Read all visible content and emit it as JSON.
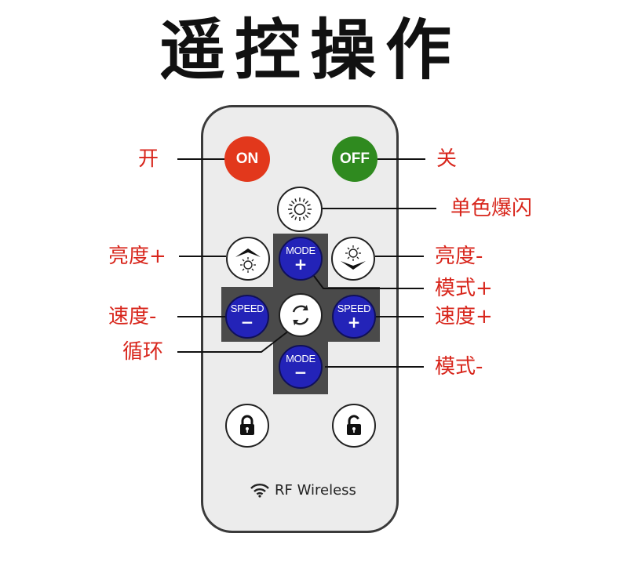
{
  "title": "遥控操作",
  "buttons": {
    "on": "ON",
    "off": "OFF",
    "mode_up": {
      "text": "MODE",
      "sign": "+"
    },
    "mode_down": {
      "text": "MODE",
      "sign": "−"
    },
    "speed_down": {
      "text": "SPEED",
      "sign": "−"
    },
    "speed_up": {
      "text": "SPEED",
      "sign": "+"
    }
  },
  "labels": {
    "on": "开",
    "off": "关",
    "flash": "单色爆闪",
    "brightness_up": "亮度+",
    "brightness_down": "亮度-",
    "mode_up": "模式+",
    "speed_down": "速度-",
    "speed_up": "速度+",
    "cycle": "循环",
    "mode_down": "模式-"
  },
  "footer": {
    "brand": "RF Wireless"
  },
  "colors": {
    "label_red": "#d8261c",
    "on_red": "#e2381c",
    "off_green": "#2f8a1f",
    "button_blue": "#2323b8",
    "pad_gray": "#4a4a4a",
    "remote_body": "#ececec"
  },
  "icons": {
    "flash": "sun-icon",
    "brightness_up": "sun-up-icon",
    "brightness_down": "sun-down-icon",
    "cycle": "cycle-arrows-icon",
    "lock": "lock-icon",
    "unlock": "unlock-icon",
    "wifi": "wifi-icon"
  }
}
